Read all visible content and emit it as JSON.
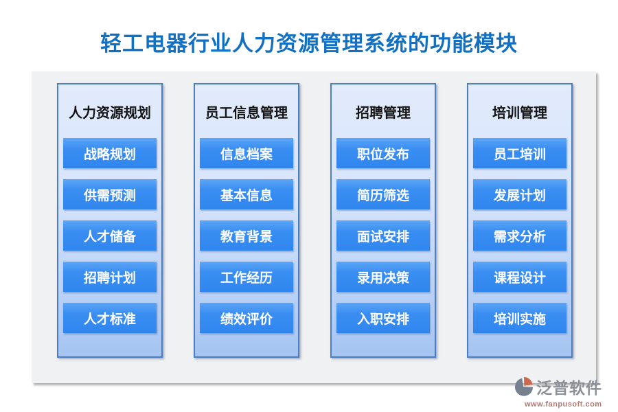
{
  "title": "轻工电器行业人力资源管理系统的功能模块",
  "colors": {
    "title_blue": "#1270c2",
    "panel_bg": "#f0f1f2",
    "column_border": "#4d7ec0",
    "column_bg_top": "#e2ebfc",
    "column_bg_bottom": "#a5c4f2",
    "item_bg": "#3a8ef2",
    "item_text": "#ffffff",
    "header_text": "#141414",
    "watermark_gray": "#8d8f98",
    "watermark_red": "#b07c74",
    "logo_slate": "#76808f",
    "logo_orange": "#c96a50"
  },
  "columns": [
    {
      "title": "人力资源规划",
      "items": [
        "战略规划",
        "供需预测",
        "人才储备",
        "招聘计划",
        "人才标准"
      ]
    },
    {
      "title": "员工信息管理",
      "items": [
        "信息档案",
        "基本信息",
        "教育背景",
        "工作经历",
        "绩效评价"
      ]
    },
    {
      "title": "招聘管理",
      "items": [
        "职位发布",
        "简历筛选",
        "面试安排",
        "录用决策",
        "入职安排"
      ]
    },
    {
      "title": "培训管理",
      "items": [
        "员工培训",
        "发展计划",
        "需求分析",
        "课程设计",
        "培训实施"
      ]
    }
  ],
  "watermark": {
    "brand": "泛普软件",
    "url": "www.fanpusoft.com"
  }
}
